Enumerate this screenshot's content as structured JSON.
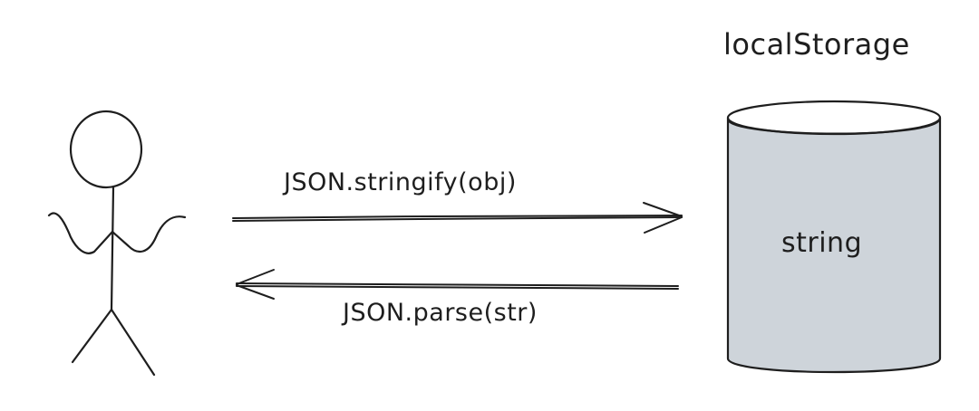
{
  "diagram": {
    "storage": {
      "title": "localStorage",
      "content": "string"
    },
    "arrows": {
      "to_storage": "JSON.stringify(obj)",
      "from_storage": "JSON.parse(str)"
    }
  },
  "colors": {
    "stroke": "#1e1e1e",
    "cylinder_fill": "#ced4da",
    "background": "#ffffff"
  }
}
